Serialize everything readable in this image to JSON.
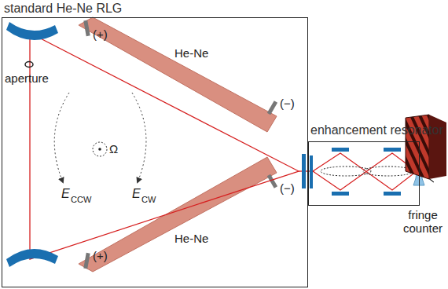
{
  "diagram": {
    "nodes": [
      {
        "text": [
          "standard He-Ne RLG"
        ]
      },
      {
        "text": [
          "enhancement resonator"
        ]
      }
    ],
    "labels": [
      "He-Ne",
      "He-Ne",
      "(+)",
      "(+)",
      "(−)",
      "(−)",
      "aperture",
      "Ω",
      "E",
      "CCW",
      "E",
      "CW",
      "fringe counter"
    ]
  }
}
